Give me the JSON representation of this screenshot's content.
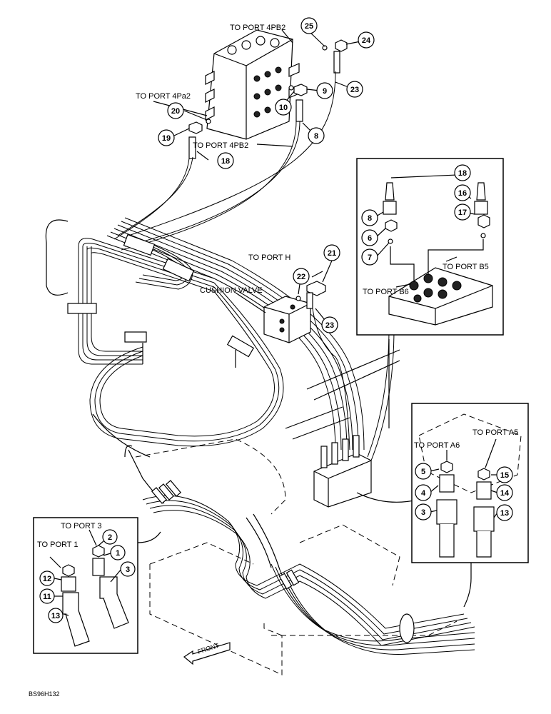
{
  "labels": {
    "port_4pb2_top": "TO PORT 4PB2",
    "port_4pa2": "TO PORT 4Pa2",
    "port_4pb2_mid": "TO PORT 4PB2",
    "port_h": "TO PORT H",
    "cushion_valve": "CUSHION VALVE",
    "port_b5": "TO PORT B5",
    "port_b6": "TO PORT B6",
    "port_a6": "TO PORT A6",
    "port_a5": "TO PORT A5",
    "port_3": "TO PORT 3",
    "port_1": "TO PORT 1",
    "front": "FRONT",
    "figure_id": "BS96H132"
  },
  "callouts": {
    "c25": "25",
    "c24": "24",
    "c23a": "23",
    "c9": "9",
    "c10": "10",
    "c8a": "8",
    "c20": "20",
    "c19": "19",
    "c18a": "18",
    "c21": "21",
    "c22": "22",
    "c23b": "23",
    "c18b": "18",
    "c16": "16",
    "c17": "17",
    "c8b": "8",
    "c6": "6",
    "c7": "7",
    "c5": "5",
    "c4": "4",
    "c3a": "3",
    "c15": "15",
    "c14": "14",
    "c13a": "13",
    "c2": "2",
    "c1": "1",
    "c3b": "3",
    "c12": "12",
    "c11": "11",
    "c13b": "13"
  }
}
